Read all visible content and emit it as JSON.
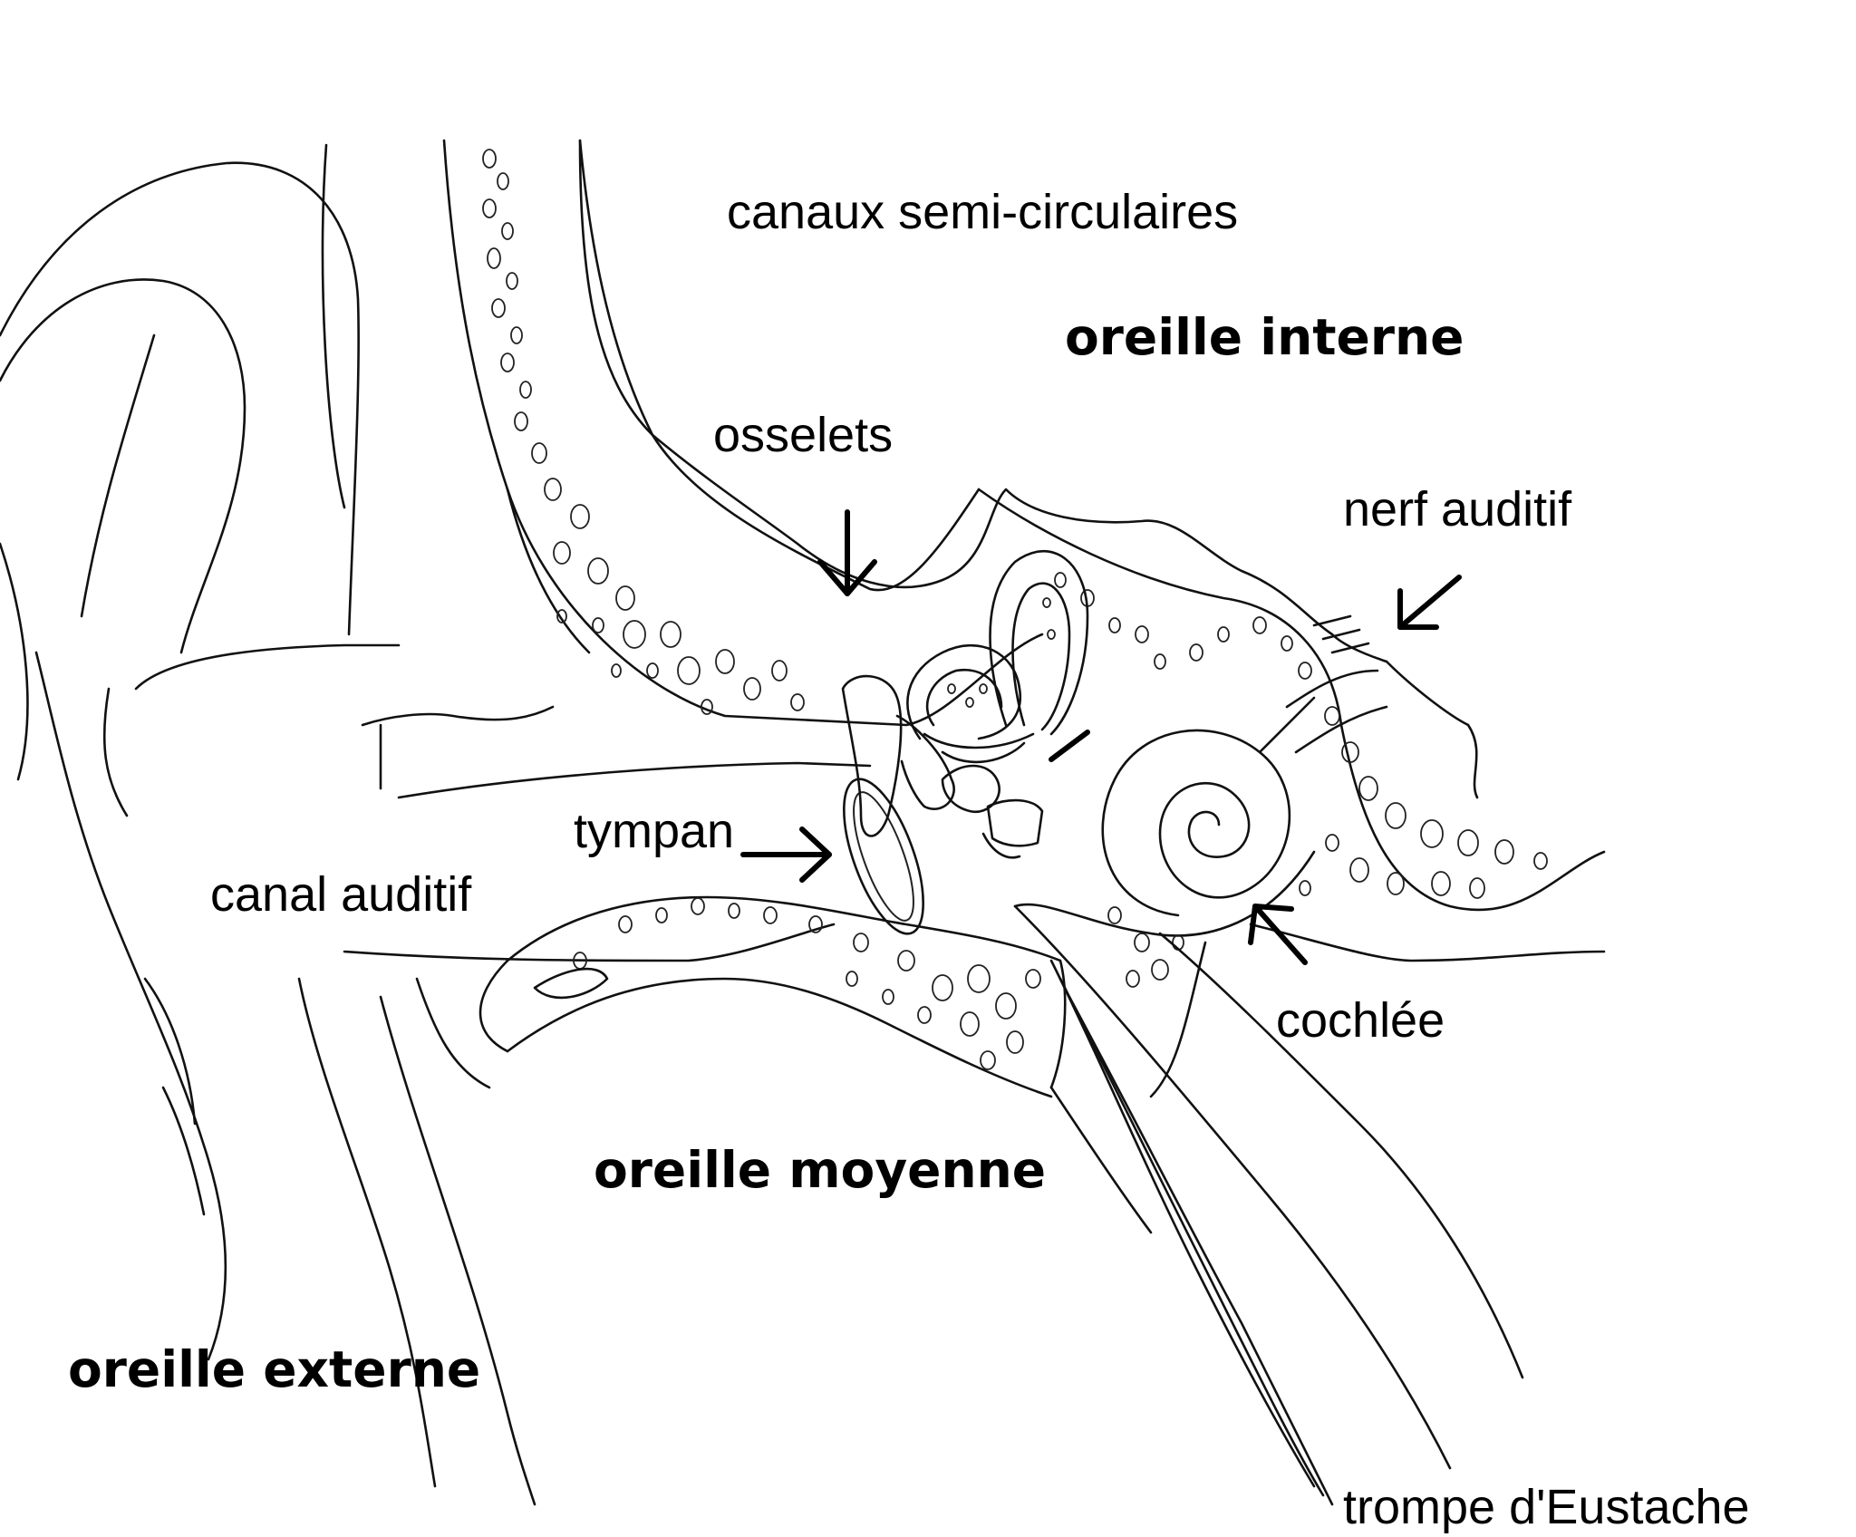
{
  "labels": {
    "semicircular_canals": "canaux semi-circulaires",
    "inner_ear": "oreille interne",
    "ossicles": "osselets",
    "auditory_nerve": "nerf auditif",
    "eardrum": "tympan",
    "ear_canal": "canal auditif",
    "cochlea": "cochlée",
    "middle_ear": "oreille moyenne",
    "outer_ear": "oreille externe",
    "eustachian_tube": "trompe d'Eustache"
  },
  "colors": {
    "ink": "#000000",
    "paper": "#ffffff"
  }
}
